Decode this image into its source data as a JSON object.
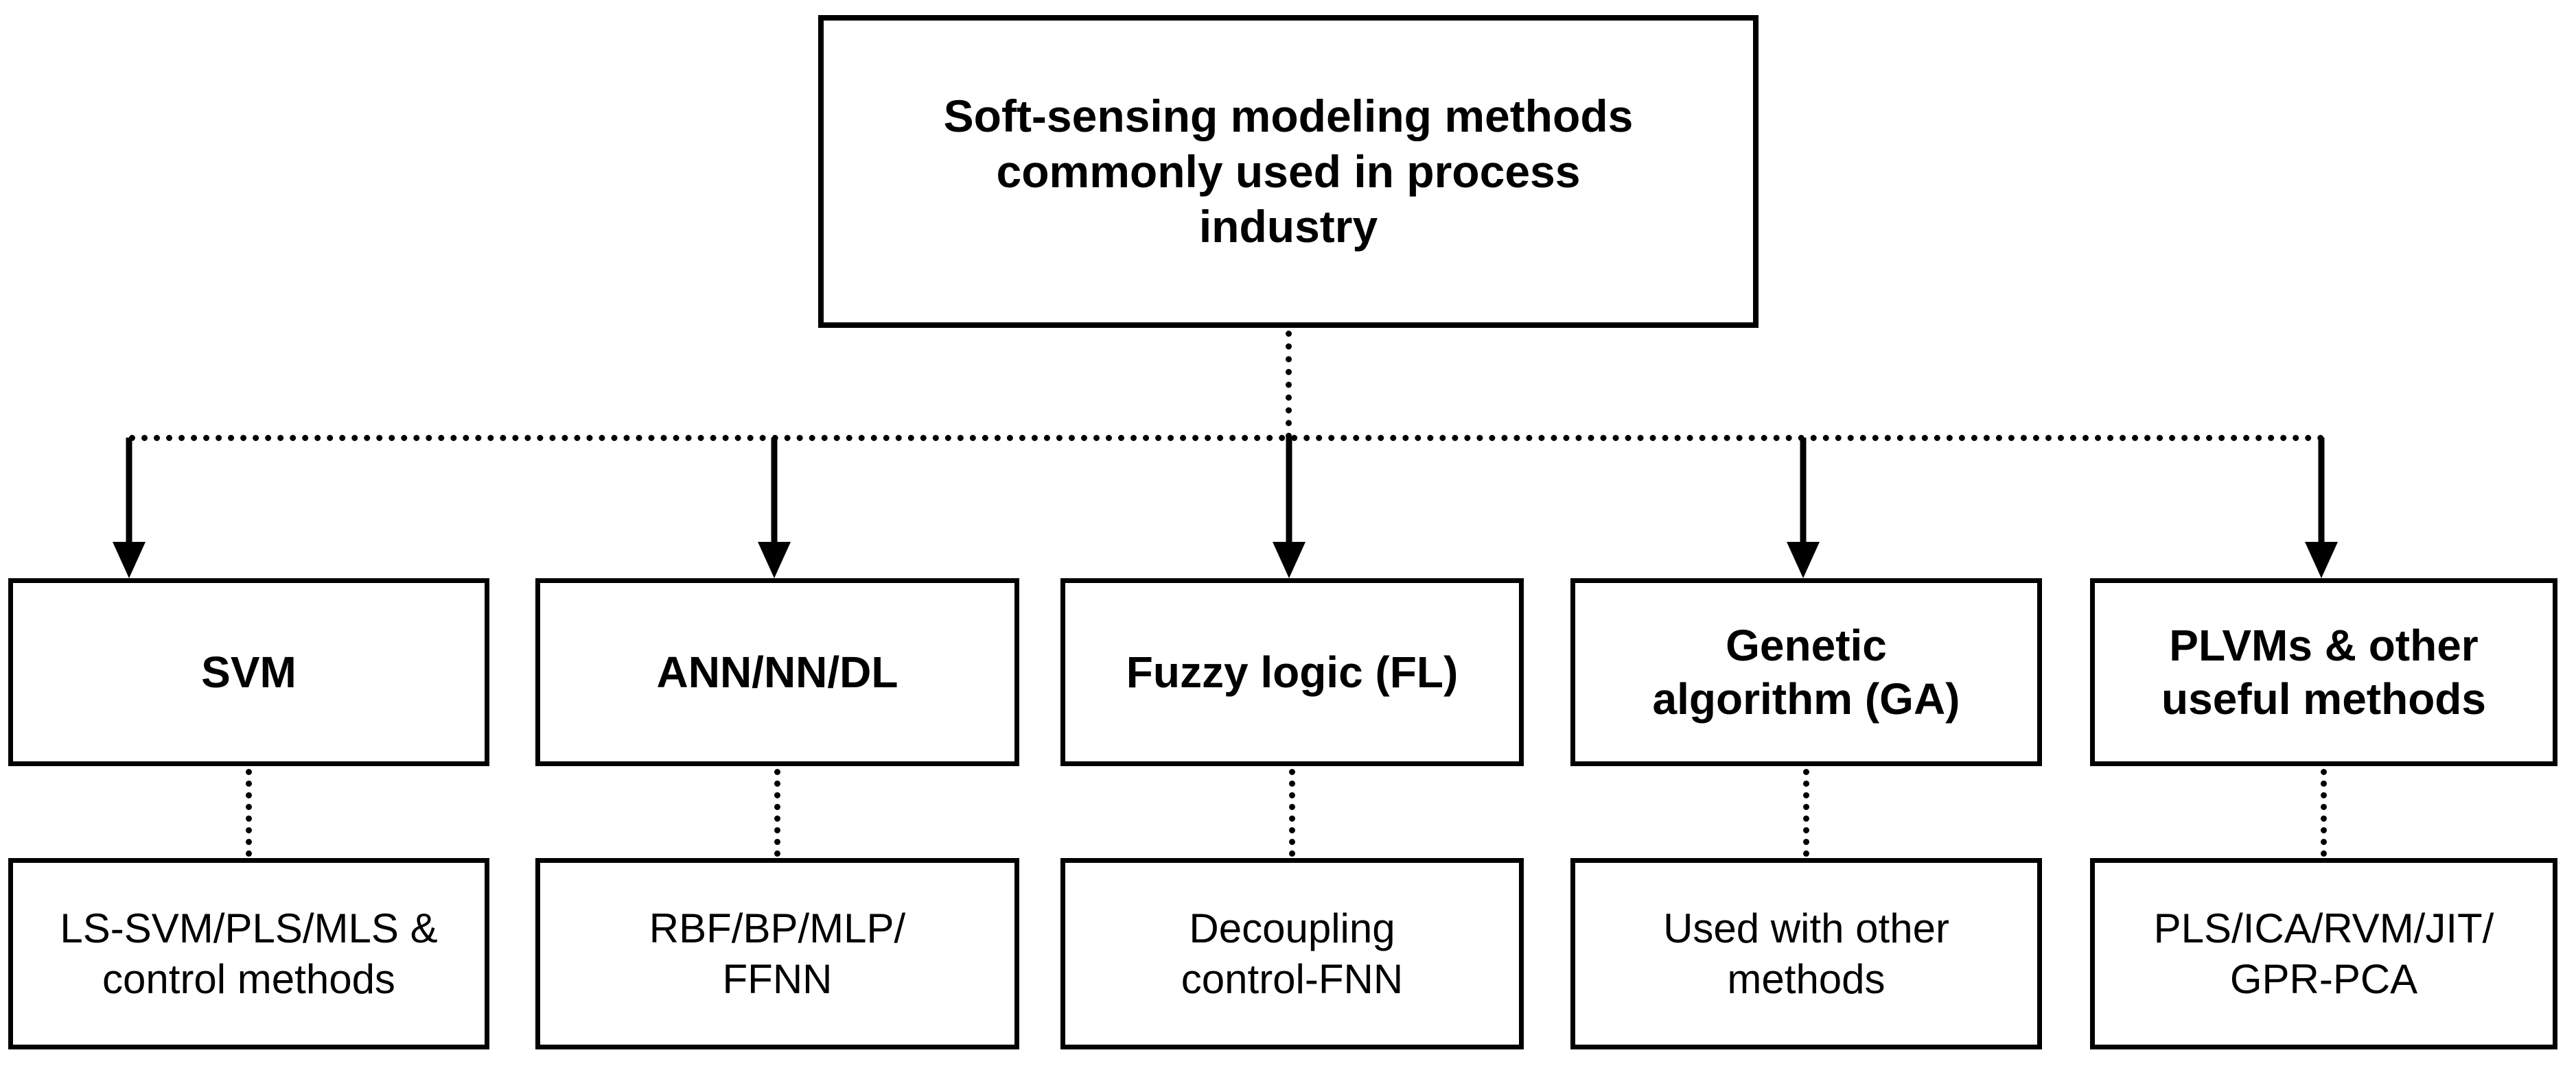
{
  "diagram": {
    "root": {
      "label": "Soft-sensing modeling methods\ncommonly used in process\nindustry"
    },
    "columns": [
      {
        "method": "SVM",
        "detail": "LS-SVM/PLS/MLS &\ncontrol methods"
      },
      {
        "method": "ANN/NN/DL",
        "detail": "RBF/BP/MLP/\nFFNN"
      },
      {
        "method": "Fuzzy logic (FL)",
        "detail": "Decoupling\ncontrol-FNN"
      },
      {
        "method": "Genetic\nalgorithm (GA)",
        "detail": "Used with other\nmethods"
      },
      {
        "method": "PLVMs & other\nuseful methods",
        "detail": "PLS/ICA/RVM/JIT/\nGPR-PCA"
      }
    ],
    "colors": {
      "stroke": "#000000",
      "fill": "#ffffff",
      "text": "#000000"
    }
  }
}
